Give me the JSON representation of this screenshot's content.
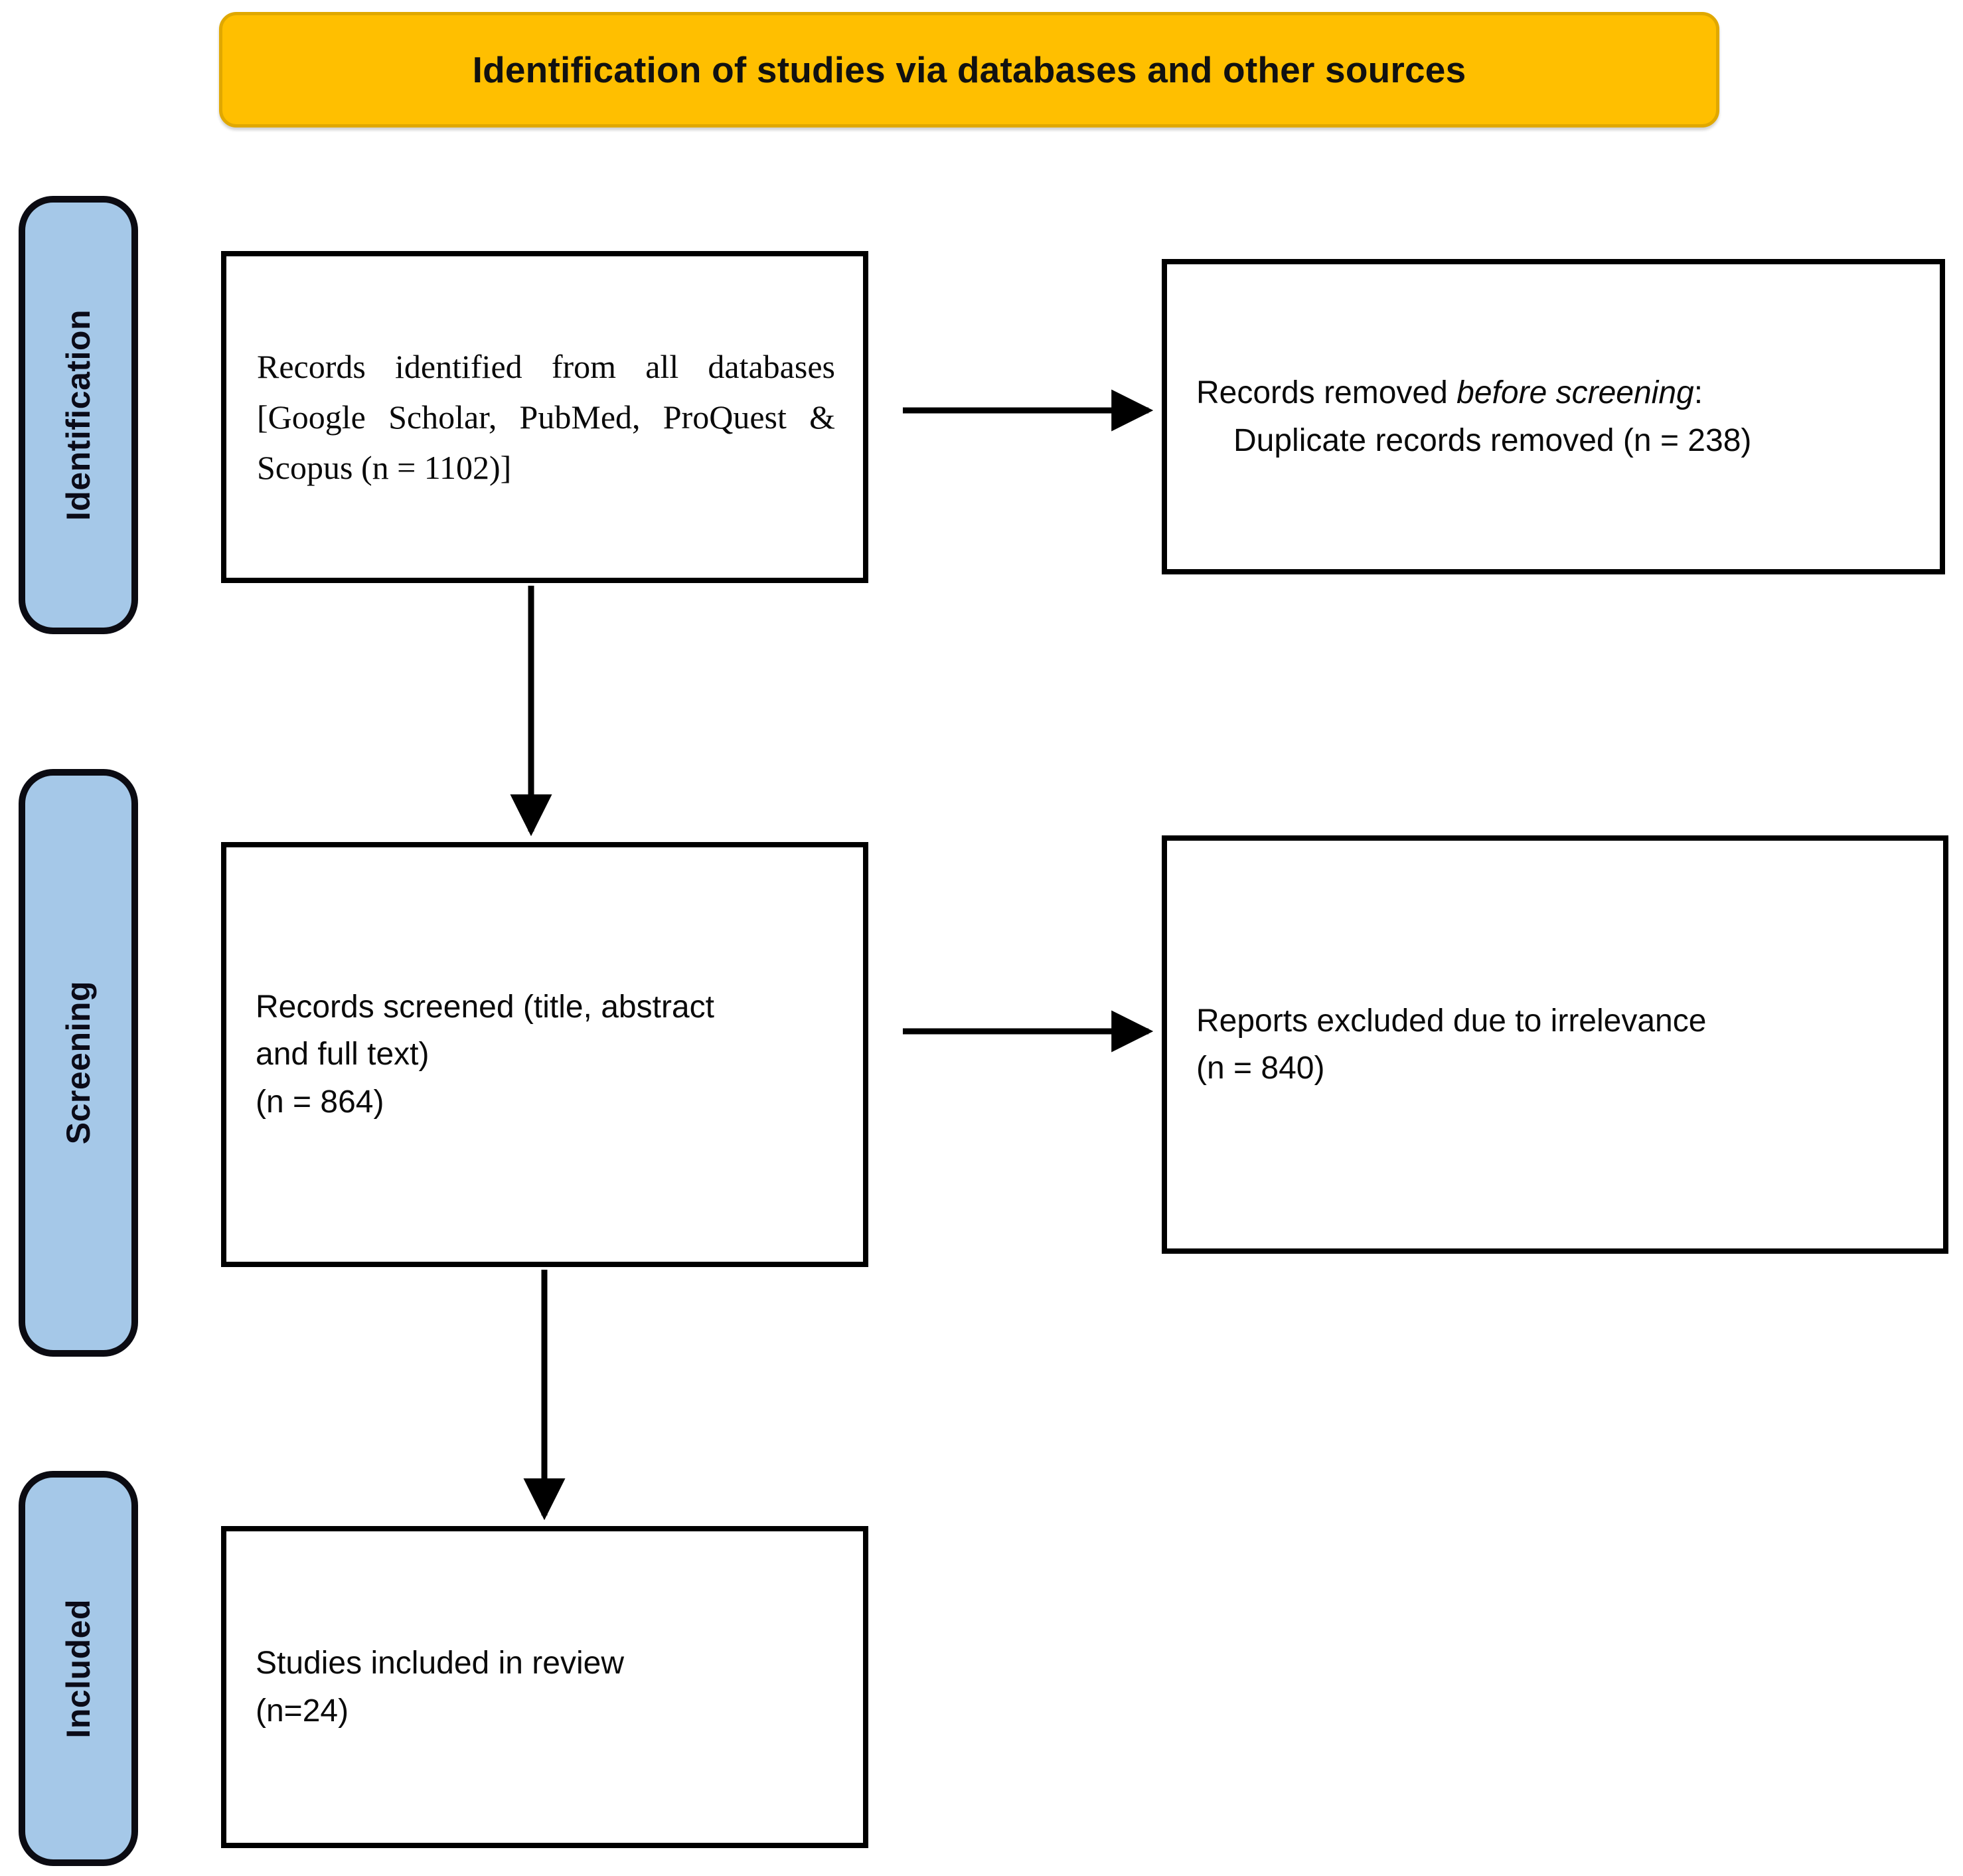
{
  "header": {
    "title": "Identification of studies via databases and other sources",
    "background_color": "#ffbf00"
  },
  "stages": [
    {
      "id": "identification",
      "label": "Identification",
      "color": "#a5c8e8"
    },
    {
      "id": "screening",
      "label": "Screening",
      "color": "#a5c8e8"
    },
    {
      "id": "included",
      "label": "Included",
      "color": "#a5c8e8"
    }
  ],
  "boxes": {
    "identified": {
      "text": "Records identified from all databases [Google Scholar, PubMed, ProQuest & Scopus (n = 1102)]",
      "count_label": "(n = 1102)]",
      "n": 1102
    },
    "removed": {
      "line1_prefix": "Records removed ",
      "line1_italic": "before screening",
      "line1_suffix": ":",
      "line2": "Duplicate records removed (n = 238)",
      "n": 238
    },
    "screened": {
      "line1": "Records screened (title, abstract",
      "line2": "and full text)",
      "line3": "(n = 864)",
      "n": 864
    },
    "excluded": {
      "line1": "Reports excluded due to irrelevance",
      "line2": "(n = 840)",
      "n": 840
    },
    "included": {
      "line1": "Studies included in review",
      "line2": "(n=24)",
      "n": 24
    }
  },
  "flow": {
    "arrows": [
      {
        "from": "identified",
        "to": "removed",
        "direction": "right"
      },
      {
        "from": "identified",
        "to": "screened",
        "direction": "down"
      },
      {
        "from": "screened",
        "to": "excluded",
        "direction": "right"
      },
      {
        "from": "screened",
        "to": "included",
        "direction": "down"
      }
    ]
  }
}
